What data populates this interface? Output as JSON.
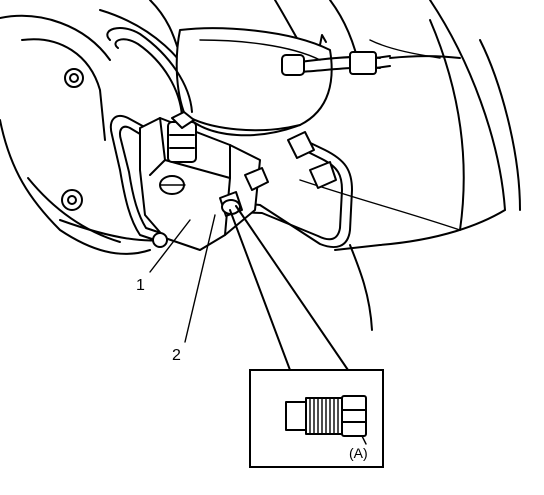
{
  "callouts": {
    "part_1": "1",
    "part_2": "2",
    "detail_a": "(A)"
  }
}
